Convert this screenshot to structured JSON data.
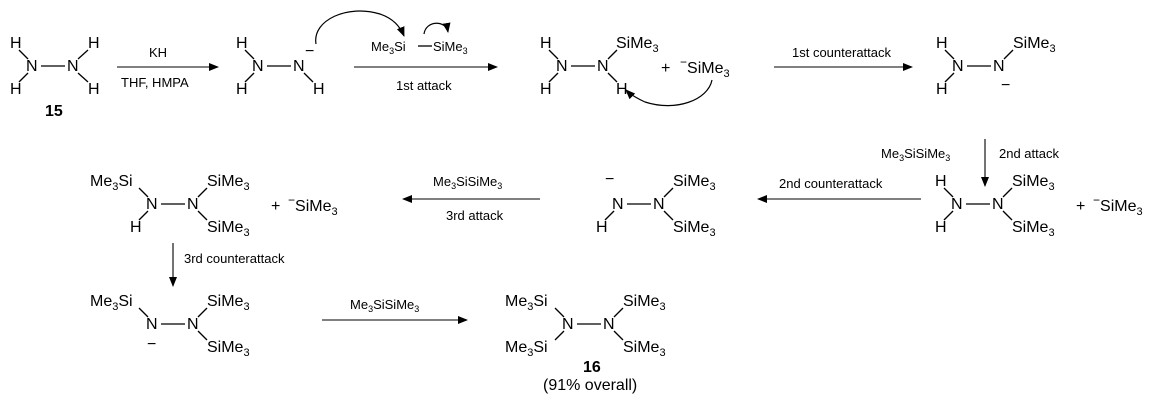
{
  "atoms": {
    "H": "H",
    "N": "N",
    "SiMe3": "SiMe",
    "Me3Si": "Me",
    "Si": "Si",
    "Me": "Me",
    "sub3": "3",
    "minus": "−",
    "plus": "+"
  },
  "reagents": {
    "kh": "KH",
    "thf_hmpa": "THF, HMPA",
    "disilane_split_left": "Me",
    "disilane_split_si": "Si",
    "disilane_split_right": "SiMe",
    "disilane": "Me",
    "disilane_mid": "SiSiMe"
  },
  "steps": {
    "attack1": "1st attack",
    "counter1": "1st counterattack",
    "attack2": "2nd attack",
    "counter2": "2nd counterattack",
    "attack3": "3rd attack",
    "counter3": "3rd counterattack"
  },
  "compounds": {
    "start": "15",
    "product": "16",
    "yield": "(91% overall)"
  }
}
